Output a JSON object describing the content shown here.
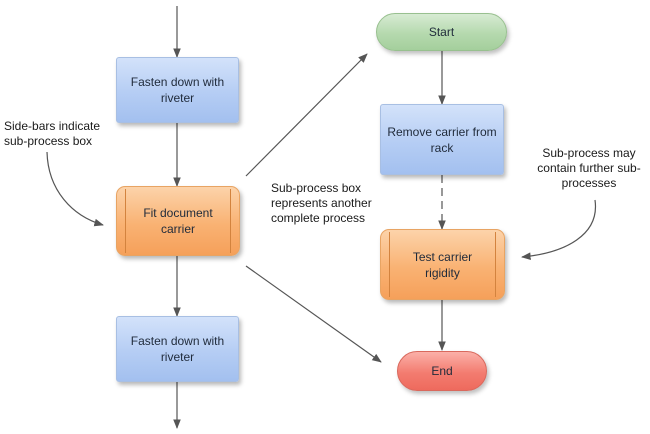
{
  "nodes": {
    "fasten_top": {
      "lines": [
        "Fasten down with",
        "riveter"
      ]
    },
    "fit_document": {
      "lines": [
        "Fit document",
        "carrier"
      ]
    },
    "fasten_bottom": {
      "lines": [
        "Fasten down with",
        "riveter"
      ]
    },
    "start": {
      "lines": [
        "Start"
      ]
    },
    "remove_carrier": {
      "lines": [
        "Remove carrier from",
        "rack"
      ]
    },
    "test_carrier": {
      "lines": [
        "Test carrier",
        "rigidity"
      ]
    },
    "end": {
      "lines": [
        "End"
      ]
    }
  },
  "annotations": {
    "sidebars": {
      "lines": [
        "Side-bars indicate",
        "sub-process box"
      ]
    },
    "subprocess_box": {
      "lines": [
        "Sub-process box",
        "represents another",
        "complete process"
      ]
    },
    "further": {
      "lines": [
        "Sub-process may",
        "contain further sub-",
        "processes"
      ]
    }
  },
  "colors": {
    "connector": "#555555",
    "process": "#b5cdf4",
    "subprocess": "#f9b273",
    "start": "#b5d9ae",
    "end": "#f37c70"
  }
}
